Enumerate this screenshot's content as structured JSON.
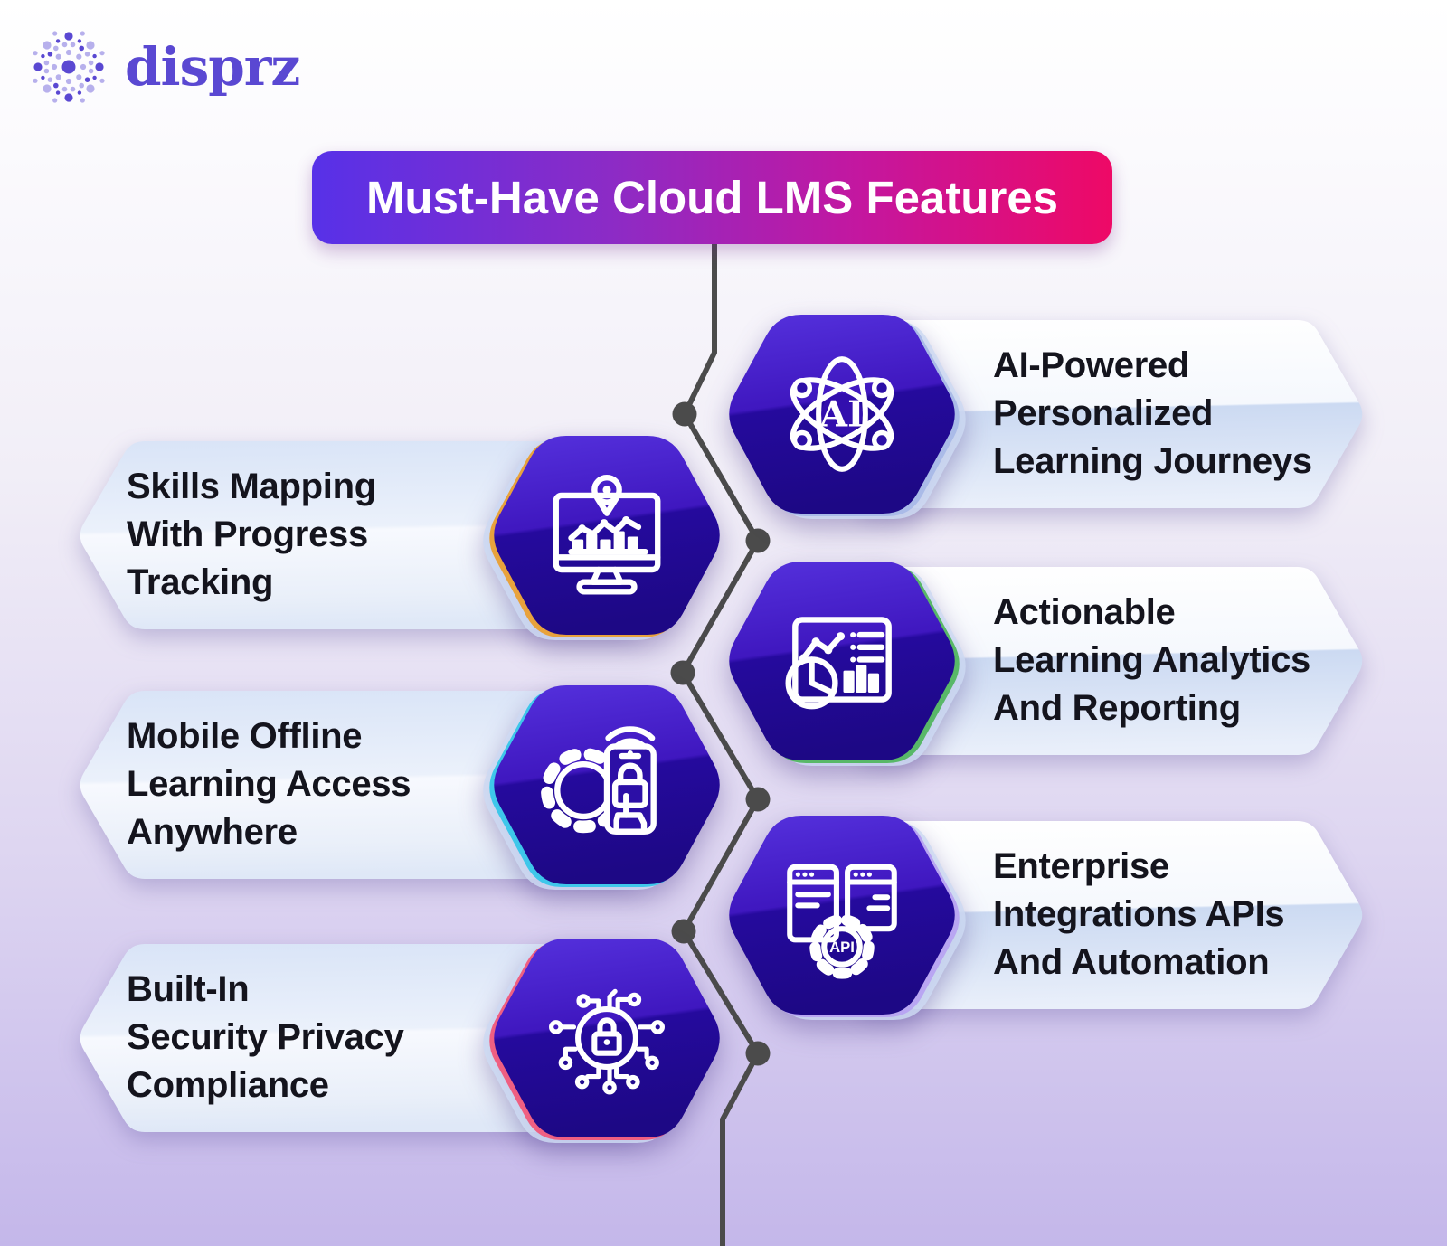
{
  "brand": {
    "name": "disprz",
    "color": "#5a48d2"
  },
  "title": {
    "text": "Must-Have Cloud LMS Features",
    "gradient_left": "#5731e8",
    "gradient_right": "#ee0966"
  },
  "palette": {
    "hexagon_top": "#5531dd",
    "hexagon_bottom": "#1d0885",
    "connector": "#4b4b4b",
    "background_top": "#ffffff",
    "background_bottom": "#c4b7ea",
    "label_text": "#14141d"
  },
  "features": [
    {
      "id": "ai-personalized-learning",
      "side": "right",
      "lines": [
        "AI-Powered",
        "Personalized",
        "Learning Journeys"
      ],
      "icon": "ai-atom-icon",
      "icon_label": "AI",
      "accent": "#aabbe8"
    },
    {
      "id": "skills-mapping",
      "side": "left",
      "lines": [
        "Skills Mapping",
        "With Progress",
        "Tracking"
      ],
      "icon": "monitor-chart-icon",
      "icon_label": "",
      "accent": "#e8a23c"
    },
    {
      "id": "learning-analytics",
      "side": "right",
      "lines": [
        "Actionable",
        "Learning Analytics",
        "And Reporting"
      ],
      "icon": "analytics-board-icon",
      "icon_label": "",
      "accent": "#58b868"
    },
    {
      "id": "mobile-offline-learning",
      "side": "left",
      "lines": [
        "Mobile Offline",
        "Learning Access",
        "Anywhere"
      ],
      "icon": "gear-phone-icon",
      "icon_label": "",
      "accent": "#3ec7ea"
    },
    {
      "id": "enterprise-integrations",
      "side": "right",
      "lines": [
        "Enterprise",
        "Integrations APIs",
        "And Automation"
      ],
      "icon": "api-gear-icon",
      "icon_label": "API",
      "accent": "#b9a6f2"
    },
    {
      "id": "built-in-security",
      "side": "left",
      "lines": [
        "Built-In",
        "Security Privacy",
        "Compliance"
      ],
      "icon": "security-circuit-icon",
      "icon_label": "",
      "accent": "#ef5f82"
    }
  ]
}
